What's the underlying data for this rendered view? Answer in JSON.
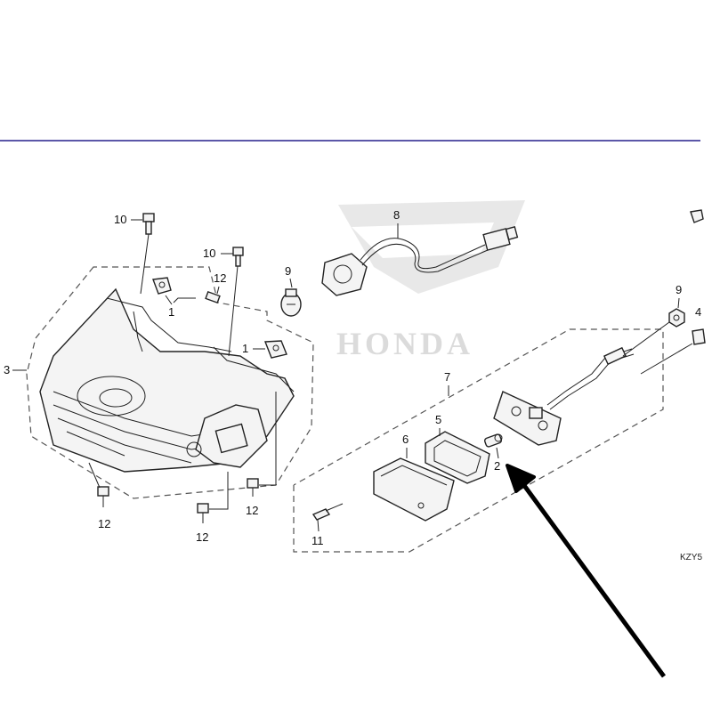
{
  "diagram": {
    "watermark": "HONDA",
    "code": "KZY5",
    "callouts": [
      "1",
      "1",
      "2",
      "3",
      "4",
      "5",
      "6",
      "7",
      "8",
      "9",
      "9",
      "10",
      "10",
      "11",
      "12",
      "12",
      "12",
      "12"
    ],
    "colors": {
      "header_rule": "#5b57a8",
      "stroke": "#222222",
      "watermark": "#d8d8d8",
      "arrow": "#000000"
    }
  }
}
